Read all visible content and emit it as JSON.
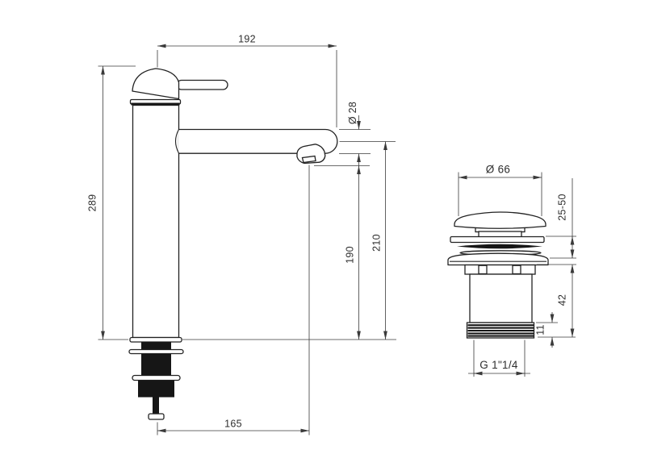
{
  "page": {
    "background": "#ffffff",
    "line_color": "#222222",
    "dimension_color": "#3a3a3a"
  },
  "views": {
    "faucet": {
      "name": "tall single-lever basin mixer, side elevation",
      "dims": {
        "spout_projection": "192",
        "total_height": "289",
        "spout_diameter": "Ø 28",
        "aerator_height": "190",
        "spout_height": "210",
        "reach": "165"
      }
    },
    "drain": {
      "name": "click-clack waste valve, elevation",
      "dims": {
        "cap_diameter": "Ø 66",
        "clamping_range": "25-50",
        "body_height": "42",
        "thread_length": "11",
        "thread_size": "G 1\"1/4"
      }
    }
  }
}
